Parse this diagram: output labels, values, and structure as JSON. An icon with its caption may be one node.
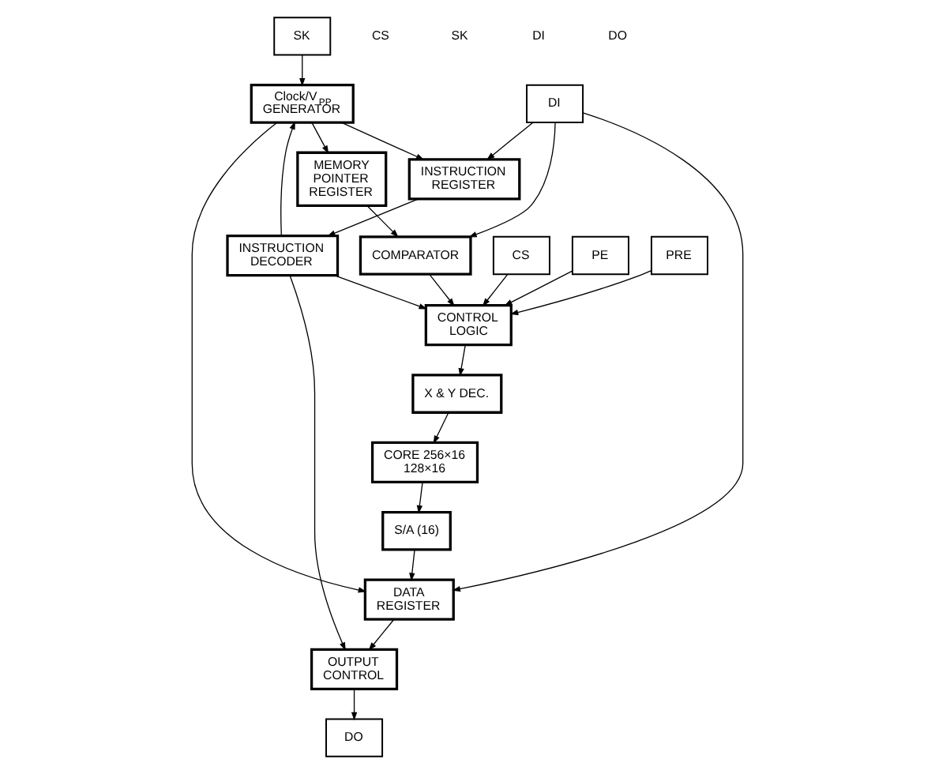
{
  "diagram": {
    "nodes": [
      {
        "text": [
          "SK"
        ]
      },
      {
        "text": [
          "Clock/V$_{PP}$ GENERATOR"
        ]
      },
      {
        "text": [
          "CS"
        ]
      },
      {
        "text": [
          "COMPARATOR"
        ]
      },
      {
        "text": [
          "MEMORY POINTER REGISTER"
        ]
      },
      {
        "text": [
          "CORE 256×16 128×16"
        ]
      },
      {
        "text": [
          "PE"
        ]
      },
      {
        "text": [
          "CONTROL LOGIC"
        ]
      },
      {
        "text": [
          "X & Y DEC."
        ]
      },
      {
        "text": [
          "S/A (16)"
        ]
      },
      {
        "text": [
          "PRE"
        ]
      },
      {
        "text": [
          "DATA REGISTER"
        ]
      },
      {
        "text": [
          "OUTPUT CONTROL"
        ]
      },
      {
        "text": [
          "DI"
        ]
      },
      {
        "text": [
          "INSTRUCTION REGISTER"
        ]
      },
      {
        "text": [
          "DO"
        ]
      },
      {
        "text": [
          "INSTRUCTION DECODER"
        ]
      }
    ],
    "edges": [
      {
        "from": 0,
        "to": 1,
        "arrow": "to"
      },
      {
        "from": 16,
        "to": 1,
        "arrow": "to"
      },
      {
        "from": 2,
        "to": 7,
        "arrow": "to"
      },
      {
        "from": 6,
        "to": 7,
        "arrow": "to"
      },
      {
        "from": 10,
        "to": 7,
        "arrow": "to"
      },
      {
        "from": 3,
        "to": 7,
        "arrow": "to"
      },
      {
        "from": 4,
        "to": 3,
        "arrow": "to"
      },
      {
        "from": 13,
        "to": 3,
        "arrow": "to"
      },
      {
        "from": 13,
        "to": 11,
        "arrow": "to"
      },
      {
        "from": 13,
        "to": 14,
        "arrow": "to"
      },
      {
        "from": 7,
        "to": 8,
        "arrow": "to"
      },
      {
        "from": 8,
        "to": 5,
        "arrow": "to"
      },
      {
        "from": 1,
        "to": 4,
        "arrow": "to"
      },
      {
        "from": 5,
        "to": 9,
        "arrow": "to"
      },
      {
        "from": 9,
        "to": 11,
        "arrow": "to"
      },
      {
        "from": 1,
        "to": 11,
        "arrow": "to"
      },
      {
        "from": 1,
        "to": 14,
        "arrow": "to"
      },
      {
        "from": 11,
        "to": 12,
        "arrow": "to"
      },
      {
        "from": 12,
        "to": 15,
        "arrow": "to"
      },
      {
        "from": 14,
        "to": 16,
        "arrow": "to"
      },
      {
        "from": 16,
        "to": 7,
        "arrow": "to"
      },
      {
        "from": 16,
        "to": 12,
        "arrow": "to"
      }
    ],
    "labels": [
      "CS",
      "SK",
      "DI",
      "DO"
    ]
  }
}
